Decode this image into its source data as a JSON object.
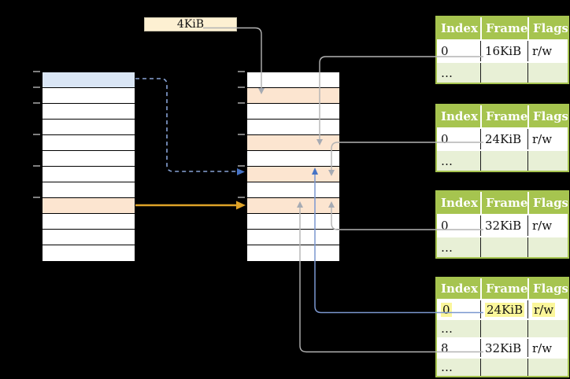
{
  "page_size_box": {
    "label": "4KiB"
  },
  "frame_table_headers": [
    "Index",
    "Frame",
    "Flags"
  ],
  "frame_tables": [
    {
      "rows": [
        {
          "index": "0",
          "frame": "16KiB",
          "flags": "r/w",
          "ellipsis": false,
          "highlight": false
        },
        {
          "index": "…",
          "frame": "",
          "flags": "",
          "ellipsis": true,
          "highlight": false
        }
      ]
    },
    {
      "rows": [
        {
          "index": "0",
          "frame": "24KiB",
          "flags": "r/w",
          "ellipsis": false,
          "highlight": false
        },
        {
          "index": "…",
          "frame": "",
          "flags": "",
          "ellipsis": true,
          "highlight": false
        }
      ]
    },
    {
      "rows": [
        {
          "index": "0",
          "frame": "32KiB",
          "flags": "r/w",
          "ellipsis": false,
          "highlight": false
        },
        {
          "index": "…",
          "frame": "",
          "flags": "",
          "ellipsis": true,
          "highlight": false
        }
      ]
    },
    {
      "rows": [
        {
          "index": "0",
          "frame": "24KiB",
          "flags": "r/w",
          "ellipsis": false,
          "highlight": true
        },
        {
          "index": "…",
          "frame": "",
          "flags": "",
          "ellipsis": true,
          "highlight": false
        },
        {
          "index": "8",
          "frame": "32KiB",
          "flags": "r/w",
          "ellipsis": false,
          "highlight": false
        },
        {
          "index": "…",
          "frame": "",
          "flags": "",
          "ellipsis": true,
          "highlight": false
        }
      ]
    }
  ],
  "left_table": {
    "row_count": 12,
    "blue_row": 0,
    "orange_row": 8
  },
  "middle_table": {
    "row_count": 12,
    "orange_rows": [
      1,
      4,
      6,
      8
    ]
  },
  "colors": {
    "table_header_green": "#a6c44f",
    "table_row_light_green": "#e8f0d6",
    "row_highlight_orange": "#fce5d0",
    "row_highlight_blue": "#dae6f5",
    "cell_highlight_yellow": "#fbf69b",
    "page_size_box_fill": "#fdf0d2",
    "arrow_gray": "#b3b3b3",
    "arrow_gray_head": "#a6abb3",
    "arrow_blue": "#7b97cf",
    "arrow_blue_dashed": "#87a3d6",
    "arrow_blue_head": "#4673c5",
    "arrow_orange": "#dfa328"
  }
}
